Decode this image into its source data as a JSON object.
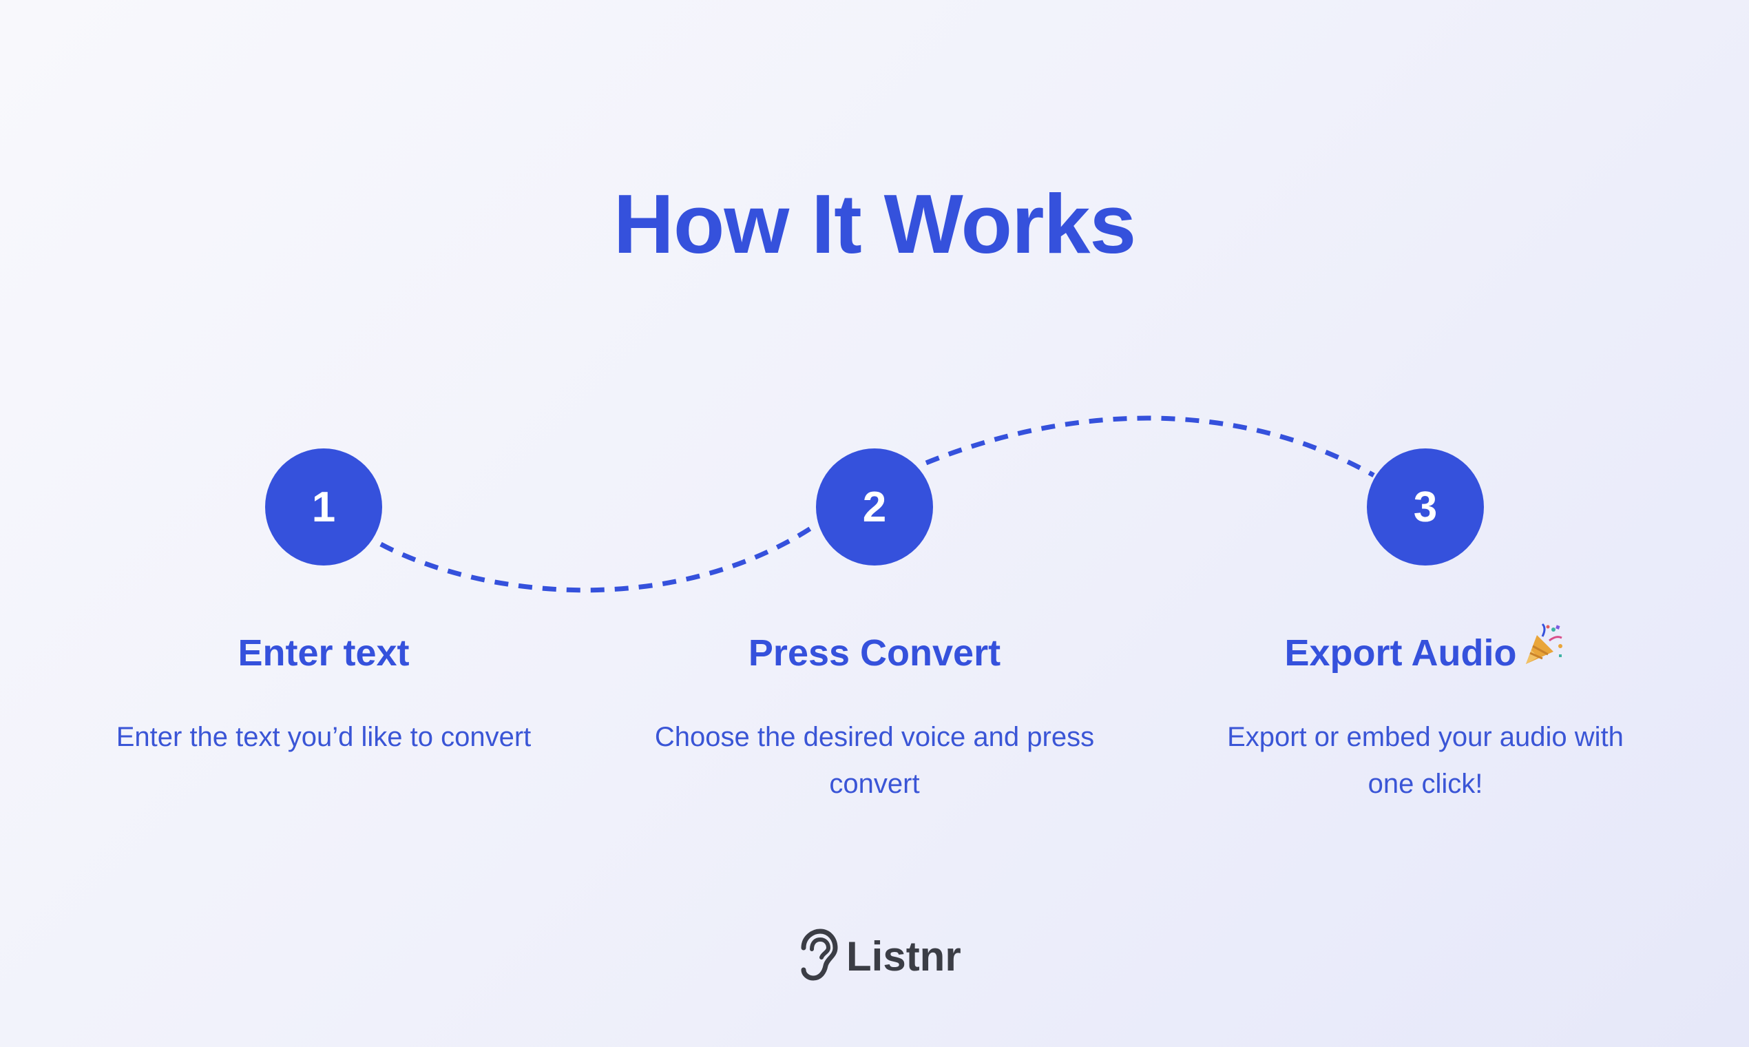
{
  "title": "How It Works",
  "steps": [
    {
      "number": "1",
      "title": "Enter text",
      "description": "Enter the text you’d like to convert"
    },
    {
      "number": "2",
      "title": "Press Convert",
      "description": "Choose the desired voice and press convert"
    },
    {
      "number": "3",
      "title": "Export Audio",
      "description": "Export or embed your audio with one click!",
      "icon": "party-popper-icon"
    }
  ],
  "brand": {
    "name": "Listnr",
    "icon": "ear-icon"
  },
  "colors": {
    "accent": "#3551dc",
    "logo_text": "#3b3d45"
  }
}
